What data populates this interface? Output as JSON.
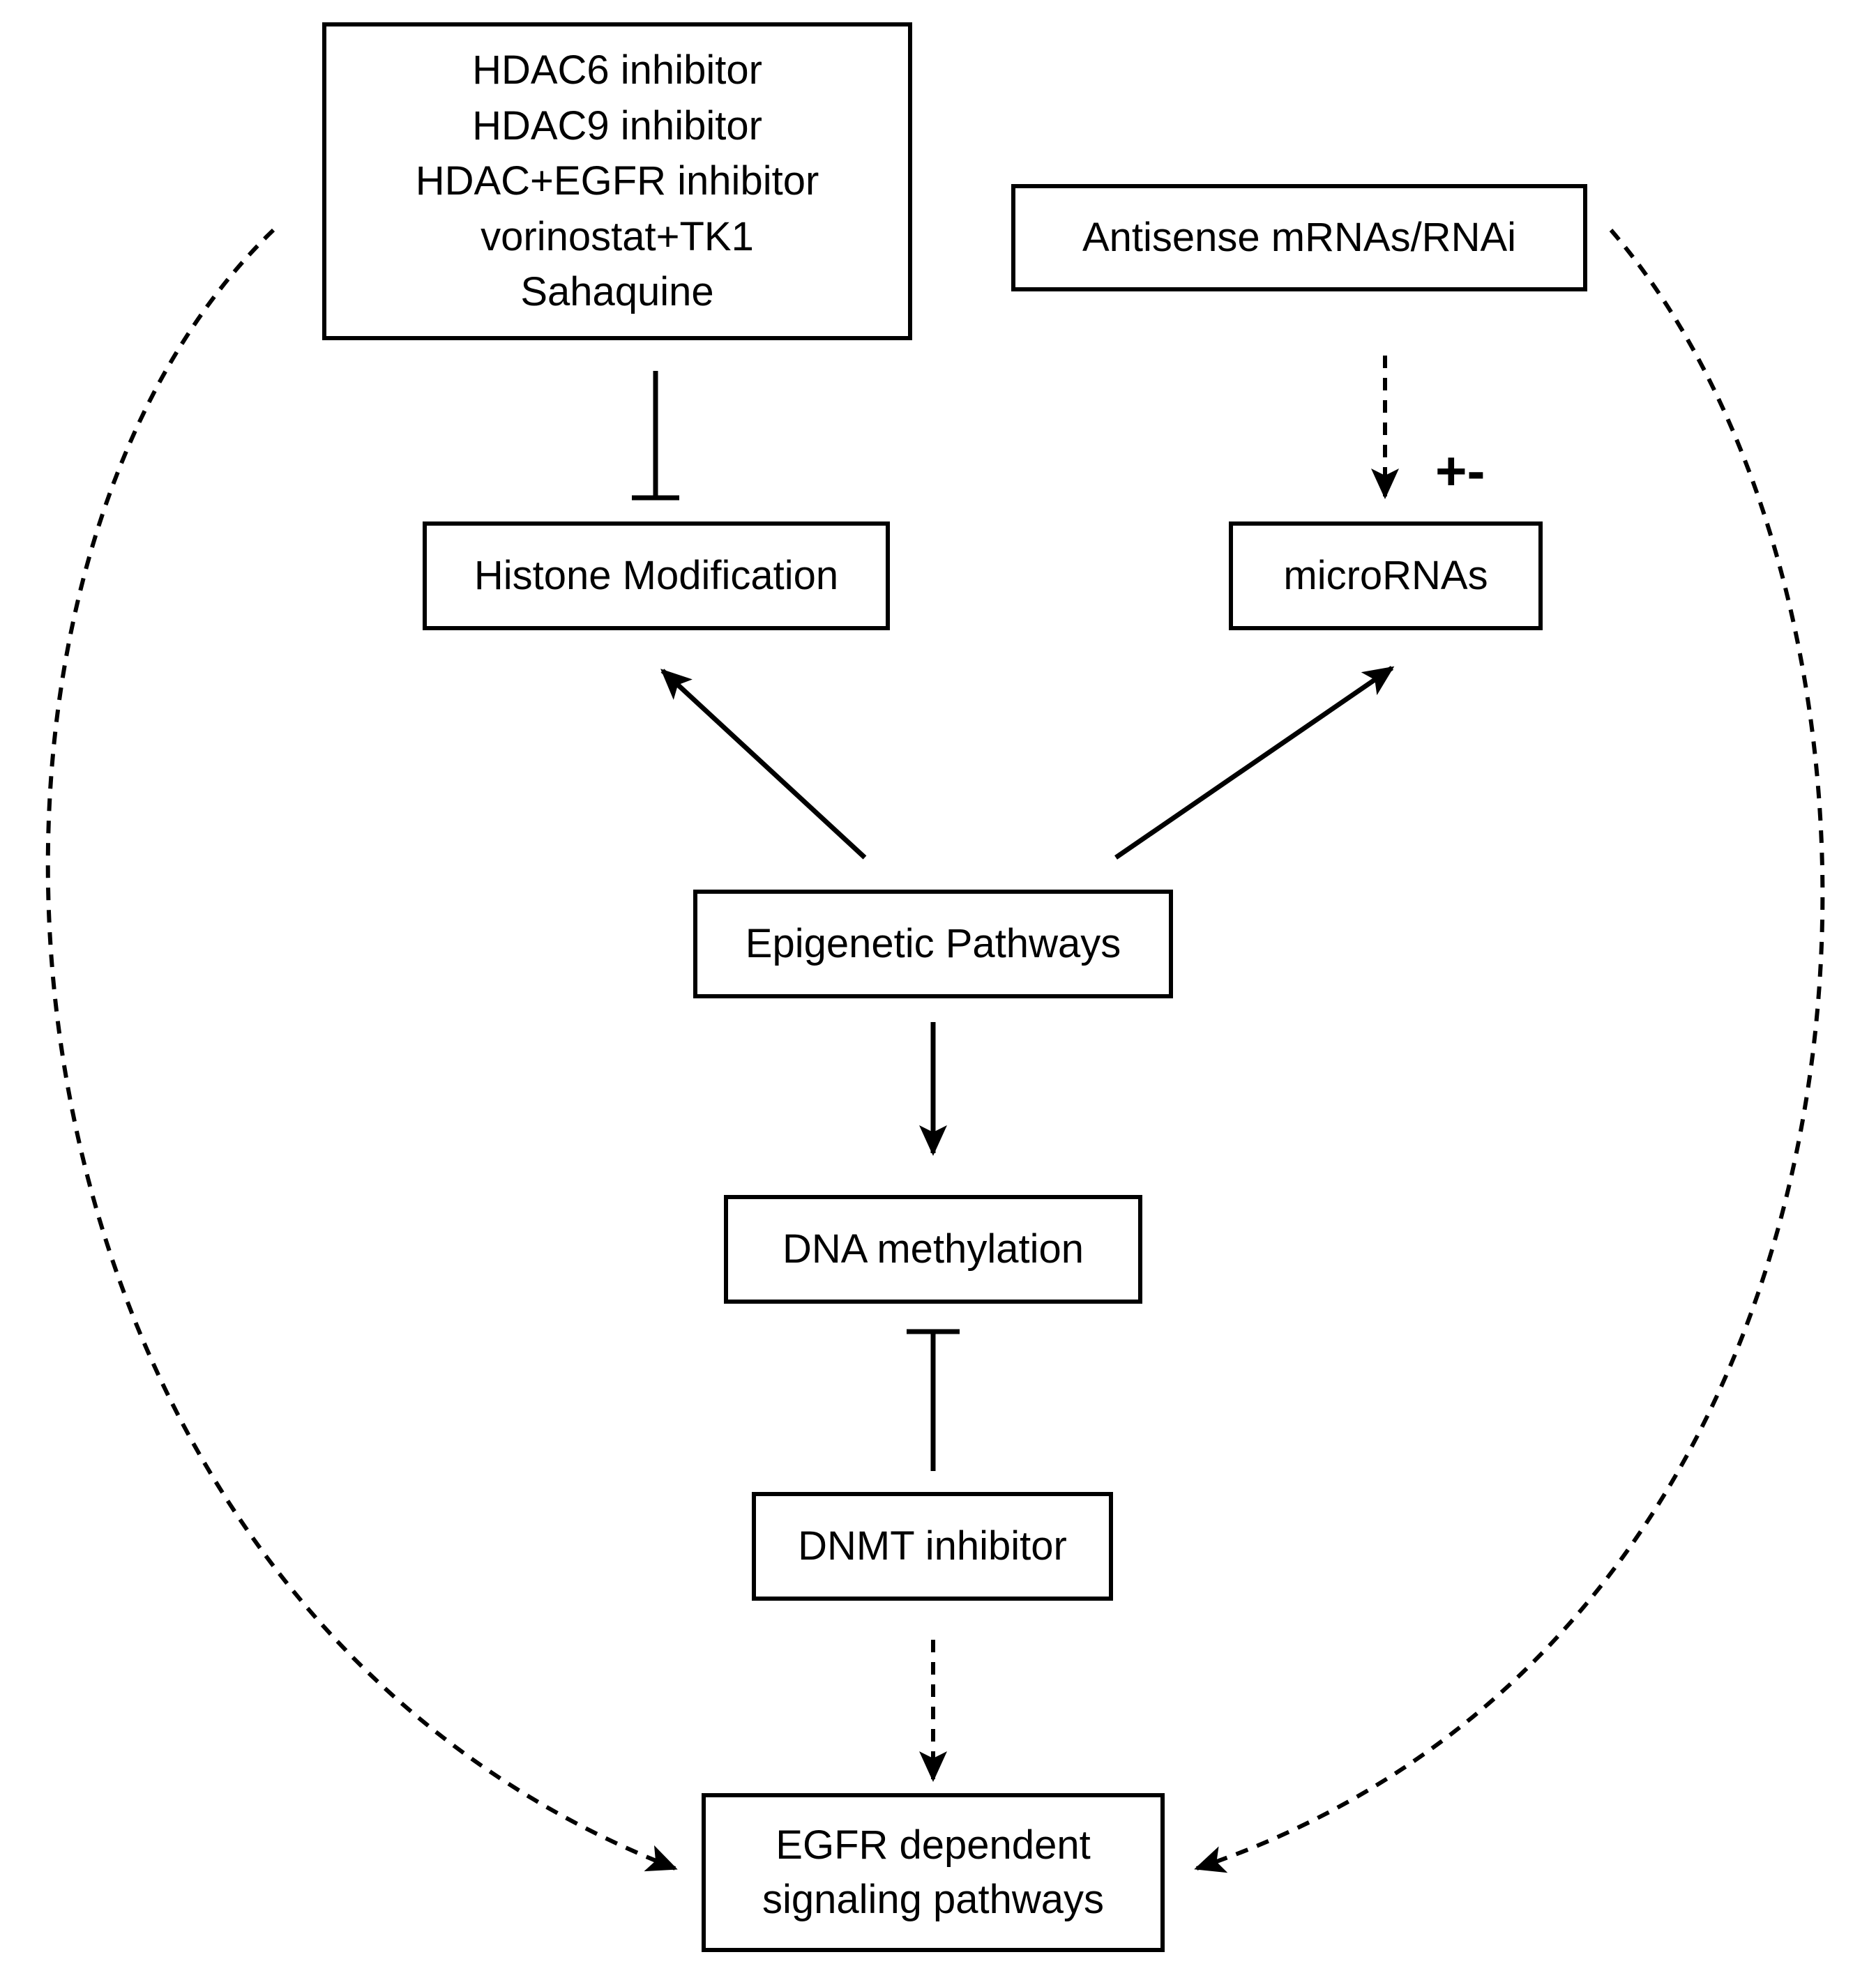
{
  "nodes": {
    "inhibitors": {
      "lines": [
        "HDAC6 inhibitor",
        "HDAC9 inhibitor",
        "HDAC+EGFR inhibitor",
        "vorinostat+TK1",
        "Sahaquine"
      ]
    },
    "antisense": {
      "label": "Antisense mRNAs/RNAi"
    },
    "histone": {
      "label": "Histone Modification"
    },
    "micrornas": {
      "label": "microRNAs"
    },
    "epigenetic": {
      "label": "Epigenetic Pathways"
    },
    "dna_methylation": {
      "label": "DNA methylation"
    },
    "dnmt": {
      "label": "DNMT inhibitor"
    },
    "egfr": {
      "lines": [
        "EGFR dependent",
        "signaling pathways"
      ]
    }
  },
  "annotations": {
    "plus_minus": "+-"
  },
  "edges": [
    {
      "from": "inhibitors",
      "to": "histone",
      "type": "inhibition",
      "style": "solid"
    },
    {
      "from": "antisense",
      "to": "micrornas",
      "type": "activation",
      "style": "dashed"
    },
    {
      "from": "epigenetic",
      "to": "histone",
      "type": "activation",
      "style": "solid"
    },
    {
      "from": "epigenetic",
      "to": "micrornas",
      "type": "activation",
      "style": "solid"
    },
    {
      "from": "epigenetic",
      "to": "dna_methylation",
      "type": "activation",
      "style": "solid"
    },
    {
      "from": "dnmt",
      "to": "dna_methylation",
      "type": "inhibition",
      "style": "solid"
    },
    {
      "from": "dnmt",
      "to": "egfr",
      "type": "activation",
      "style": "dashed"
    },
    {
      "from": "inhibitors",
      "to": "egfr",
      "type": "activation",
      "style": "dashed"
    },
    {
      "from": "antisense",
      "to": "egfr",
      "type": "activation",
      "style": "dashed"
    }
  ]
}
